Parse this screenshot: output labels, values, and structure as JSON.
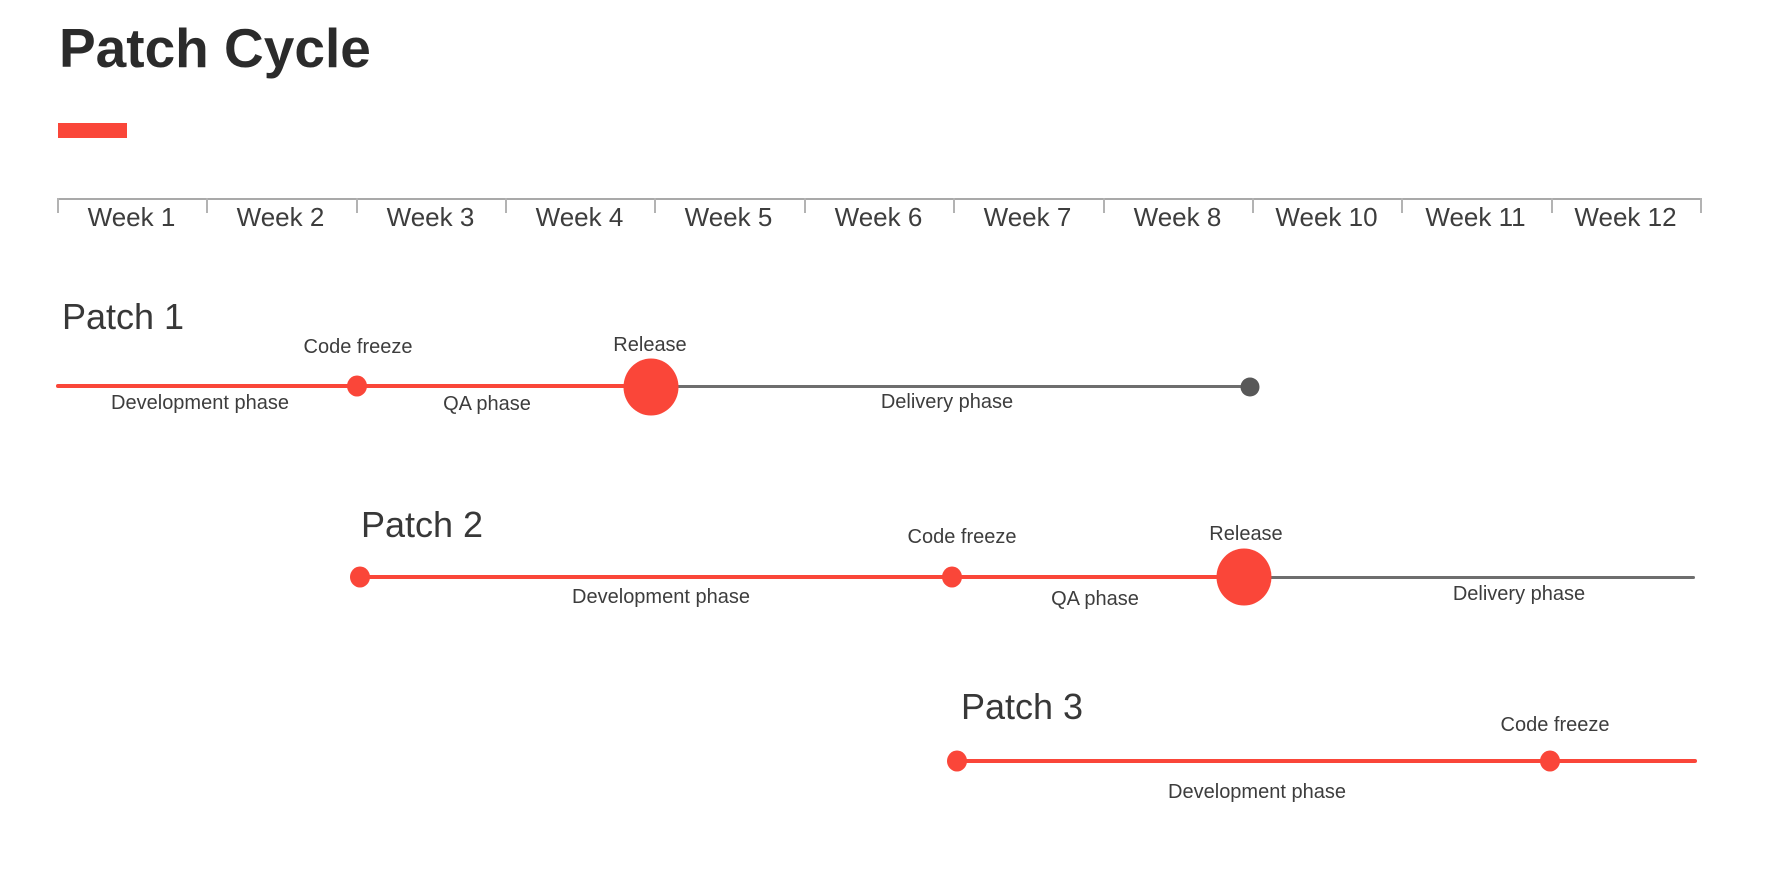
{
  "page": {
    "title": "Patch Cycle"
  },
  "colors": {
    "accent_red": "#fa4639",
    "delivery_gray": "#6e6e6e",
    "end_dot_gray": "#585858",
    "text_dark": "#3d3d3d",
    "header_gray": "#a9a9a9"
  },
  "header": {
    "weeks": [
      "Week 1",
      "Week 2",
      "Week 3",
      "Week 4",
      "Week 5",
      "Week 6",
      "Week 7",
      "Week 8",
      "Week 10",
      "Week 11",
      "Week 12"
    ]
  },
  "patches": [
    {
      "title": "Patch 1",
      "phases": {
        "development": "Development phase",
        "qa": "QA phase",
        "delivery": "Delivery phase"
      },
      "markers": {
        "code_freeze": "Code freeze",
        "release": "Release"
      },
      "axis_positions_cells": {
        "start": 0.0,
        "code_freeze": 2.0,
        "release": 4.0,
        "delivery_end": 8.0
      }
    },
    {
      "title": "Patch 2",
      "phases": {
        "development": "Development phase",
        "qa": "QA phase",
        "delivery": "Delivery phase"
      },
      "markers": {
        "code_freeze": "Code freeze",
        "release": "Release"
      },
      "axis_positions_cells": {
        "start": 2.0,
        "code_freeze": 6.0,
        "release": 7.95,
        "delivery_end": 11.0
      }
    },
    {
      "title": "Patch 3",
      "phases": {
        "development": "Development phase"
      },
      "markers": {
        "code_freeze": "Code freeze"
      },
      "axis_positions_cells": {
        "start": 6.0,
        "code_freeze": 10.0,
        "line_end": 11.0
      }
    }
  ],
  "axis_units_note": "axis_positions_cells measured in header cells: 0 = left edge of Week 1 column, 1 unit = 1 week column (Week 9 column absent)"
}
